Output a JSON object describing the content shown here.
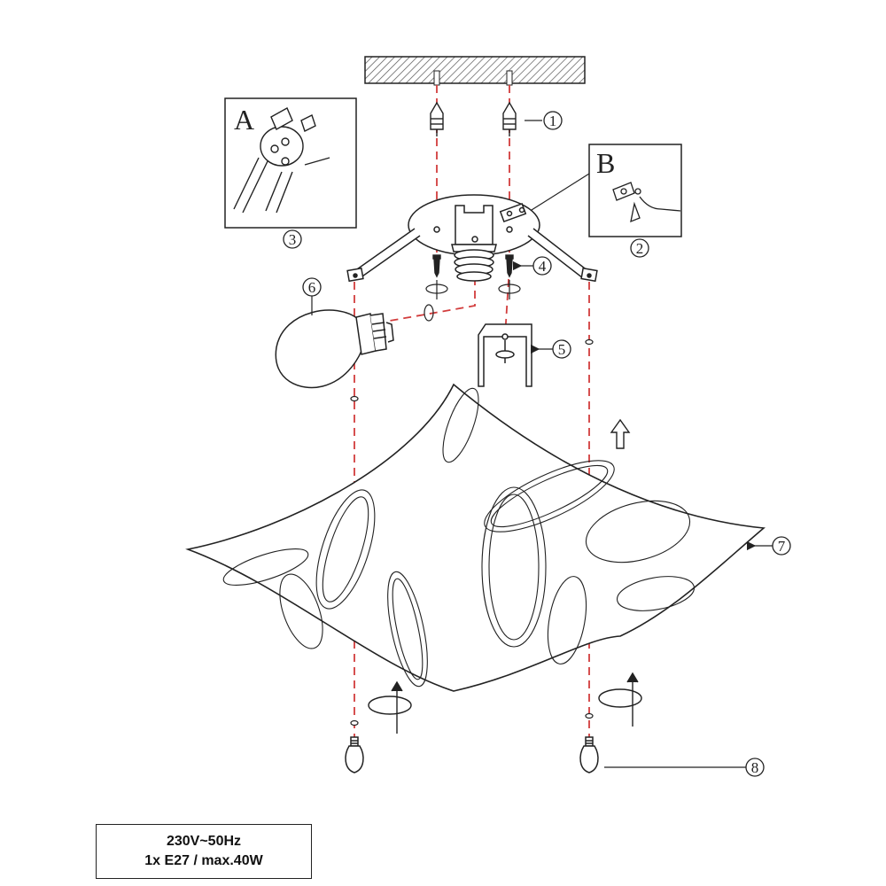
{
  "diagram": {
    "insets": {
      "a": {
        "letter": "A",
        "callout": "3"
      },
      "b": {
        "letter": "B",
        "callout": "2"
      }
    },
    "callouts": [
      "1",
      "4",
      "5",
      "6",
      "7",
      "8"
    ],
    "specs": {
      "line1": "230V~50Hz",
      "line2": "1x E27 / max.40W"
    },
    "colors": {
      "stroke": "#222222",
      "guide_line": "#d23c3c",
      "ceiling_hatch": "#555555"
    }
  }
}
